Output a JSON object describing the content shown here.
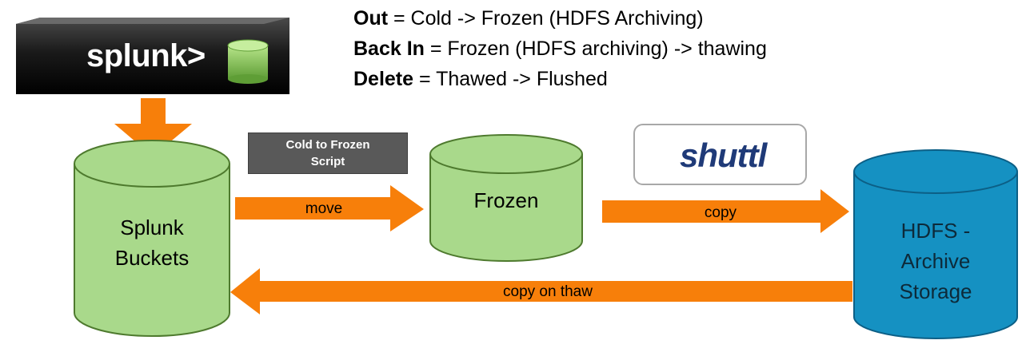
{
  "legend": [
    {
      "term": "Out",
      "text": " = Cold -> Frozen (HDFS Archiving)"
    },
    {
      "term": "Back In",
      "text": " = Frozen (HDFS archiving) -> thawing"
    },
    {
      "term": "Delete",
      "text": " = Thawed -> Flushed"
    }
  ],
  "logos": {
    "splunk": "splunk>",
    "shuttl": "shuttl"
  },
  "script_box": {
    "line1": "Cold to Frozen",
    "line2": "Script"
  },
  "nodes": {
    "splunk_buckets": {
      "line1": "Splunk",
      "line2": "Buckets"
    },
    "frozen": {
      "line1": "Frozen"
    },
    "hdfs": {
      "line1": "HDFS -",
      "line2": "Archive",
      "line3": "Storage"
    }
  },
  "arrows": {
    "move": "move",
    "copy": "copy",
    "copy_on_thaw": "copy on thaw"
  },
  "colors": {
    "arrow": "#f77f0a",
    "cylinder_green": "#a9d98b",
    "cylinder_green_border": "#4e7a2e",
    "cylinder_blue": "#1591c2",
    "cylinder_blue_border": "#0c5f86",
    "script_box": "#595959"
  }
}
